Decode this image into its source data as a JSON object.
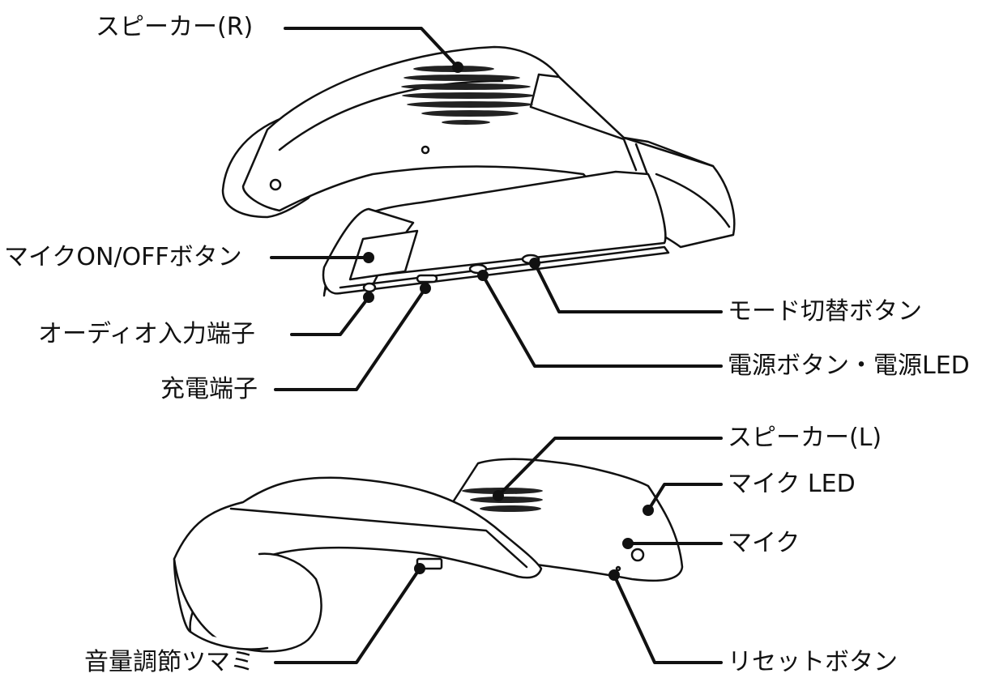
{
  "labels": {
    "speaker_r": "スピーカー(R)",
    "mic_onoff_button": "マイクON/OFFボタン",
    "audio_input": "オーディオ入力端子",
    "charge_port": "充電端子",
    "mode_button": "モード切替ボタン",
    "power_button": "電源ボタン・電源LED",
    "speaker_l": "スピーカー(L)",
    "mic_led": "マイク LED",
    "mic": "マイク",
    "volume_knob": "音量調節ツマミ",
    "reset_button": "リセットボタン"
  },
  "colors": {
    "line": "#111111",
    "device_fill": "#ffffff",
    "grille": "#222222"
  }
}
